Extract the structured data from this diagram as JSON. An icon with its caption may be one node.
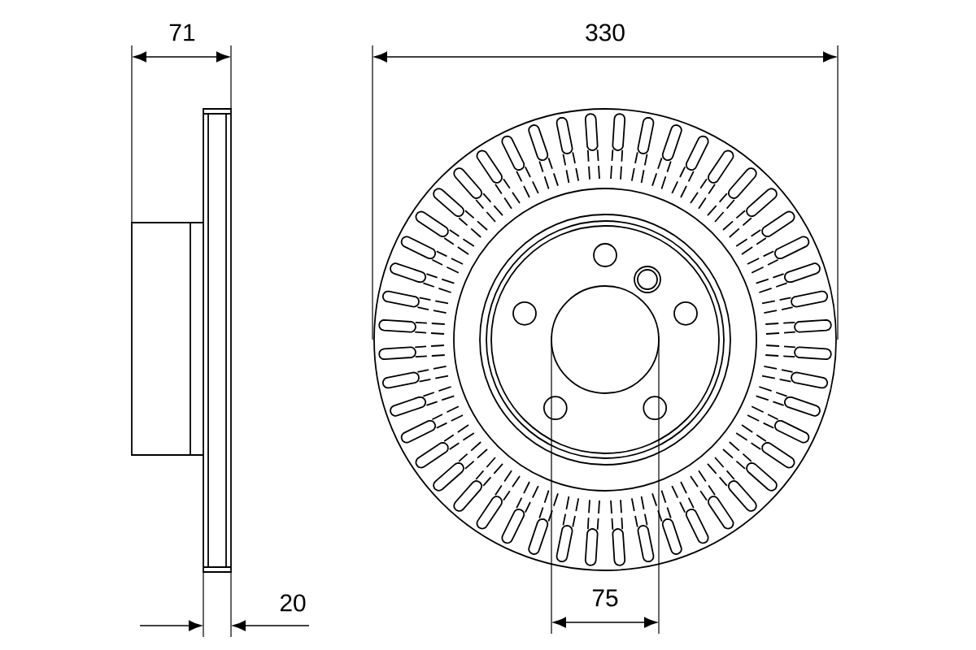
{
  "diagram": {
    "labels": [
      "71",
      "330",
      "20",
      "75"
    ]
  }
}
